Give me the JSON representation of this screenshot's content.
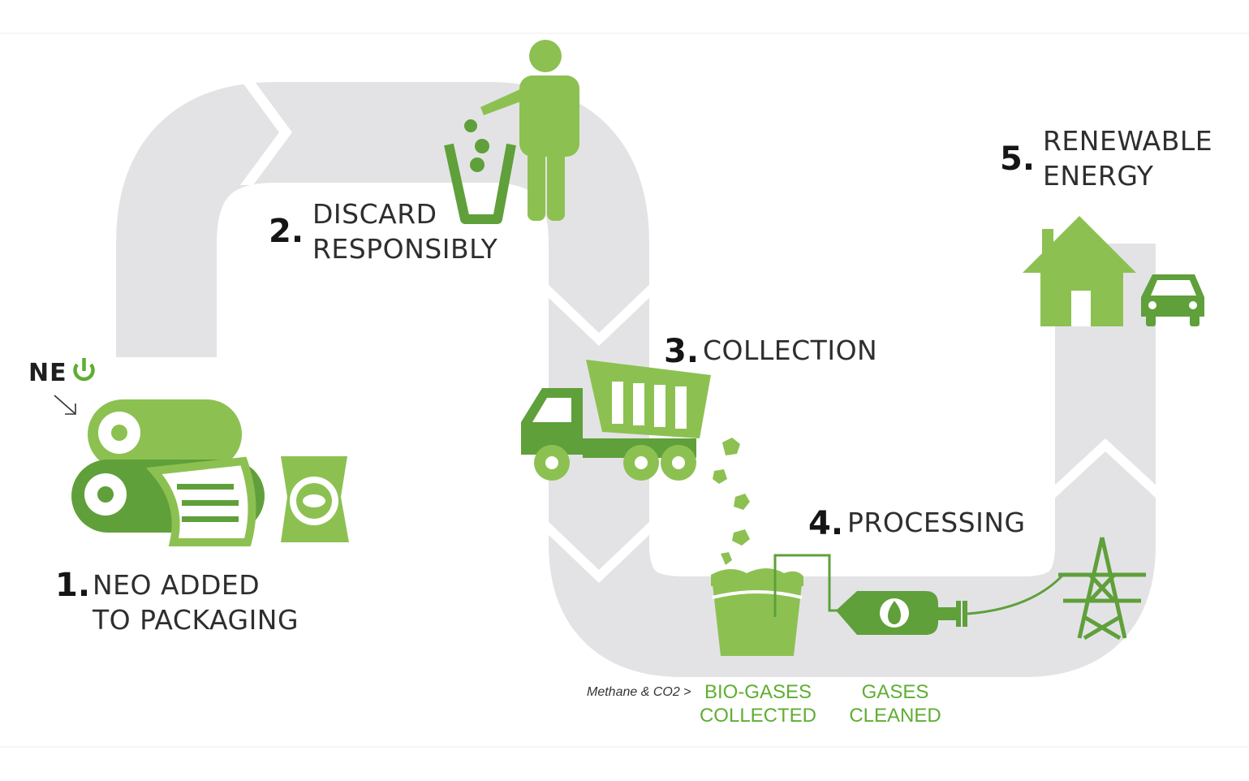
{
  "steps": [
    {
      "number": "1.",
      "line1": "NEO ADDED",
      "line2": "TO PACKAGING"
    },
    {
      "number": "2.",
      "line1": "DISCARD",
      "line2": "RESPONSIBLY"
    },
    {
      "number": "3.",
      "line1": "COLLECTION",
      "line2": ""
    },
    {
      "number": "4.",
      "line1": "PROCESSING",
      "line2": ""
    },
    {
      "number": "5.",
      "line1": "RENEWABLE",
      "line2": "ENERGY"
    }
  ],
  "logo": {
    "text": "NE"
  },
  "note": "Methane & CO2 >",
  "sublabels": {
    "biogases": {
      "line1": "BIO-GASES",
      "line2": "COLLECTED"
    },
    "cleaned": {
      "line1": "GASES",
      "line2": "CLEANED"
    }
  },
  "icons": [
    "printer-roll-icon",
    "snack-bag-icon",
    "person-icon",
    "trash-bin-icon",
    "dump-truck-icon",
    "digester-bin-icon",
    "gas-tank-icon",
    "flame-icon",
    "power-tower-icon",
    "house-icon",
    "car-icon",
    "power-button-icon"
  ],
  "colors": {
    "path": "#e3e3e6",
    "green": "#8cc152",
    "dark_green": "#5fa03a",
    "text": "#2e2e2e"
  }
}
